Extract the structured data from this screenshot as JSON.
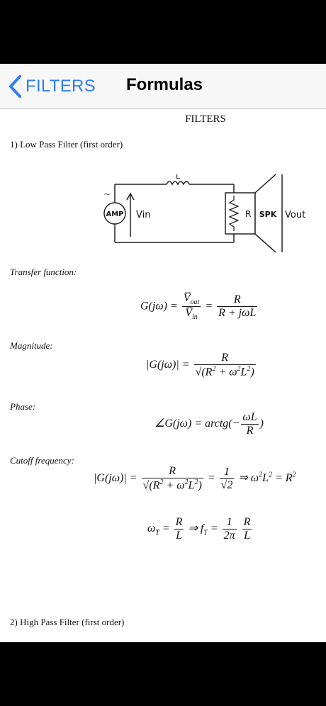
{
  "nav": {
    "back_label": "FILTERS",
    "title": "Formulas"
  },
  "document": {
    "heading": "FILTERS",
    "section1_title": "1) Low Pass Filter (first order)",
    "transfer_label": "Transfer function:",
    "magnitude_label": "Magnitude:",
    "phase_label": "Phase:",
    "cutoff_label": "Cutoff frequency:",
    "section2_title": "2) High Pass Filter (first order)"
  },
  "circuit": {
    "inductor_label": "L",
    "amp_label": "AMP",
    "vin_label": "Vin",
    "resistor_label": "R",
    "speaker_label": "SPK",
    "vout_label": "Vout",
    "source_symbol": "~"
  },
  "colors": {
    "accent": "#2f7cf6",
    "nav_background": "#f7f7f7"
  },
  "icons": {
    "back": "chevron-left-icon"
  }
}
